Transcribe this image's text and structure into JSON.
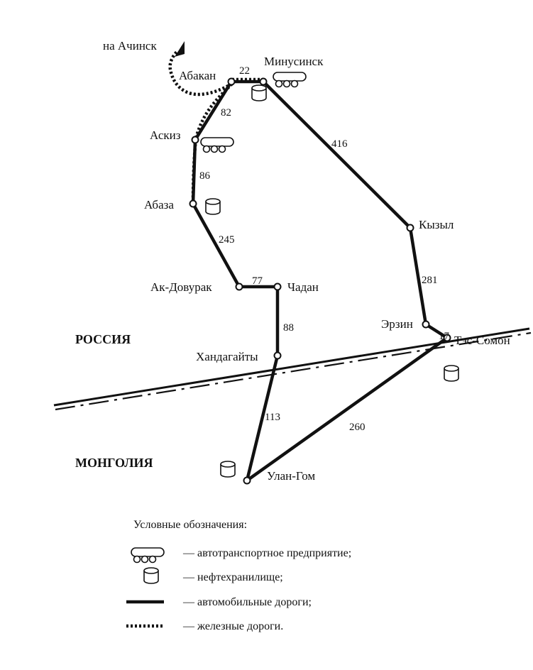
{
  "cities": {
    "achinsk": "на Ачинск",
    "abakan": "Абакан",
    "minusinsk": "Минусинск",
    "askiz": "Аскиз",
    "abaza": "Абаза",
    "ak_dovurak": "Ак-Довурак",
    "chadan": "Чадан",
    "kyzyl": "Кызыл",
    "erzin": "Эрзин",
    "handagaity": "Хандагайты",
    "tes_somon": "Тэс-Сомон",
    "ulan_gom": "Улан-Гом"
  },
  "distances": {
    "abakan_minusinsk": "22",
    "abakan_askiz": "82",
    "minusinsk_kyzyl": "416",
    "askiz_abaza": "86",
    "abaza_akdovurak": "245",
    "akdovurak_chadan": "77",
    "chadan_handagaity": "88",
    "kyzyl_erzin": "281",
    "erzin_tessomon": "17",
    "handagaity_ulangom": "113",
    "tessomon_ulangom": "260"
  },
  "countries": {
    "russia": "РОССИЯ",
    "mongolia": "МОНГОЛИЯ"
  },
  "legend": {
    "title": "Условные обозначения:",
    "transport": "— автотранспортное предприятие;",
    "oil": "— нефтехранилище;",
    "roads": "— автомобильные дороги;",
    "railways": "— железные дороги."
  },
  "icons": {
    "transport": "bus-depot-icon",
    "oil": "oil-tank-icon"
  },
  "colors": {
    "lines": "#111111",
    "background": "#ffffff"
  }
}
